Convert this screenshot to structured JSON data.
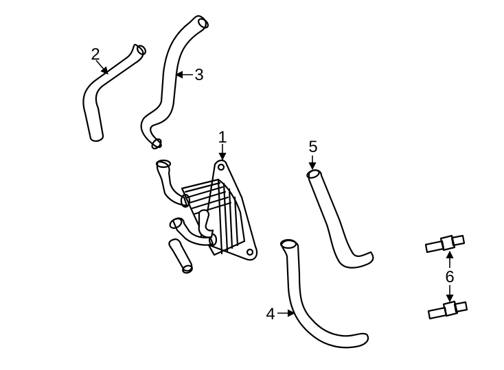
{
  "callouts": {
    "c1": "1",
    "c2": "2",
    "c3": "3",
    "c4": "4",
    "c5": "5",
    "c6": "6"
  },
  "colors": {
    "line": "#000000",
    "background": "#ffffff"
  },
  "parts": [
    {
      "callout": "1",
      "name": "oil-cooler"
    },
    {
      "callout": "2",
      "name": "hose"
    },
    {
      "callout": "3",
      "name": "hose"
    },
    {
      "callout": "4",
      "name": "hose"
    },
    {
      "callout": "5",
      "name": "hose"
    },
    {
      "callout": "6",
      "name": "connector"
    }
  ]
}
